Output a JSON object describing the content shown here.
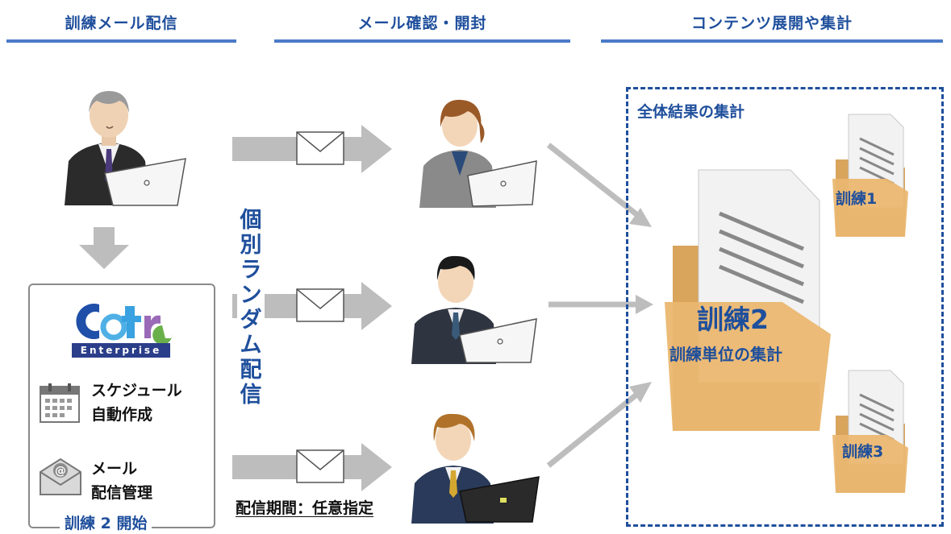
{
  "columns": [
    {
      "title": "訓練メール配信"
    },
    {
      "title": "メール確認・開封"
    },
    {
      "title": "コンテンツ展開や集計"
    }
  ],
  "random_label": [
    "個",
    "別",
    "ラ",
    "ン",
    "ダ",
    "ム",
    "配",
    "信"
  ],
  "period_label": "配信期間：任意指定",
  "cotra": {
    "logo_text": "Cotra",
    "logo_sub": "Enterprise",
    "features": [
      {
        "icon": "calendar-icon",
        "lines": [
          "スケジュール",
          "自動作成"
        ]
      },
      {
        "icon": "mail-at-icon",
        "lines": [
          "メール",
          "配信管理"
        ]
      }
    ],
    "start_label": "訓練 2 開始"
  },
  "results": {
    "title": "全体結果の集計",
    "docs": [
      {
        "label": "訓練1"
      },
      {
        "label": "訓練2",
        "sublabel": "訓練単位の集計"
      },
      {
        "label": "訓練3"
      }
    ]
  },
  "colors": {
    "accent": "#1f4f9c",
    "header_line": "#4a7ac8",
    "arrow_gray": "#bdbdbd",
    "folder": "#e9b36a"
  }
}
